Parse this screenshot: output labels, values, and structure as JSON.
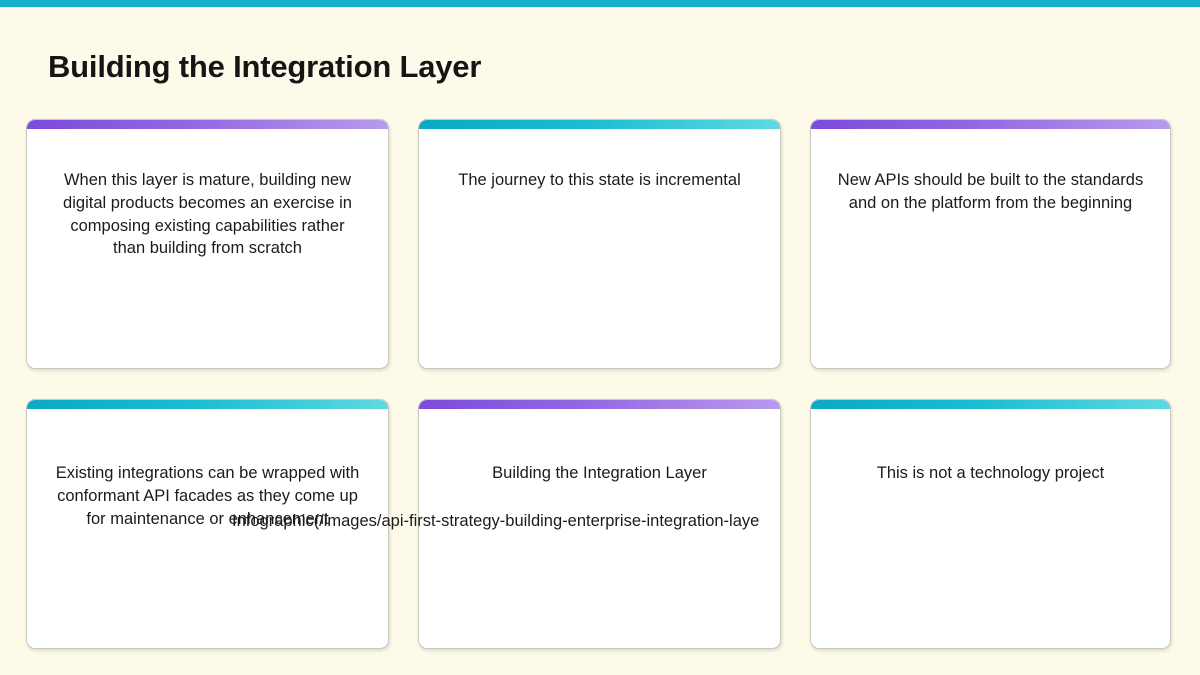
{
  "page": {
    "title": "Building the Integration Layer",
    "background_color": "#fdfaea",
    "accent_bar_color": "#14b1cc"
  },
  "colors": {
    "purple_gradient_start": "#7c4bdb",
    "purple_gradient_end": "#b89aee",
    "teal_gradient_start": "#0aa9c4",
    "teal_gradient_end": "#5fd9e2",
    "card_background": "#ffffff",
    "card_border": "#c9c9c4",
    "text": "#1b1b1b"
  },
  "cards": [
    {
      "id": "card-1",
      "accent": "purple",
      "text": "When this layer is mature, building new digital products becomes an exercise in composing existing capabilities rather than building from scratch"
    },
    {
      "id": "card-2",
      "accent": "teal",
      "text": "The journey to this state is incremental"
    },
    {
      "id": "card-3",
      "accent": "purple",
      "text": "New APIs should be built to the standards and on the platform from the beginning"
    },
    {
      "id": "card-4",
      "accent": "teal",
      "text": "Existing integrations can be wrapped with conformant API facades as they come up for maintenance or enhancement"
    },
    {
      "id": "card-5",
      "accent": "purple",
      "text": "Building the Integration Layer"
    },
    {
      "id": "card-6",
      "accent": "teal",
      "text": "This is not a technology project"
    }
  ],
  "artifacts": {
    "broken_image_alt_text": "Infographic(/images/api-first-strategy-building-enterprise-integration-laye"
  }
}
